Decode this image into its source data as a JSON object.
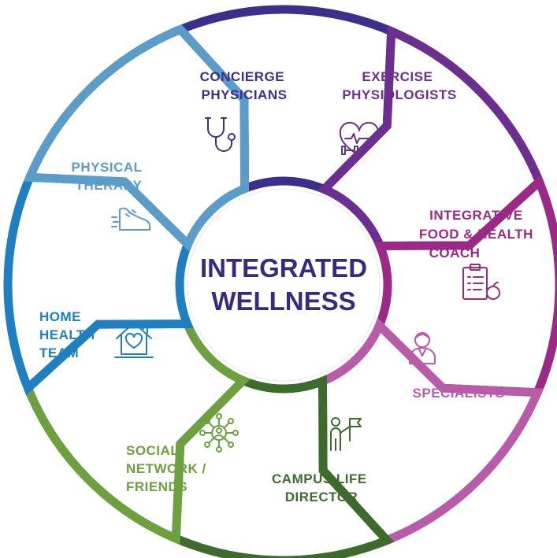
{
  "center": {
    "line1": "INTEGRATED",
    "line2": "WELLNESS",
    "color": "#3a2a7f"
  },
  "segments": [
    {
      "id": "concierge-physicians",
      "lines": [
        "CONCIERGE",
        "PHYSICIANS"
      ],
      "color": "#3b2f8c",
      "icon": "stethoscope-icon"
    },
    {
      "id": "exercise-physiologists",
      "lines": [
        "EXERCISE",
        "PHYSIOLOGISTS"
      ],
      "color": "#6a2f8f",
      "icon": "heart-dumbbell-icon"
    },
    {
      "id": "integrative-food-health-coach",
      "lines": [
        "INTEGRATIVE",
        "FOOD & HEALTH",
        "COACH"
      ],
      "color": "#9a2a86",
      "icon": "clipboard-apple-icon"
    },
    {
      "id": "specialists",
      "lines": [
        "SPECIALISTS"
      ],
      "color": "#b85ba8",
      "icon": "doctor-icon"
    },
    {
      "id": "campus-life-director",
      "lines": [
        "CAMPUS LIFE",
        "DIRECTOR"
      ],
      "color": "#3d6b2c",
      "icon": "person-flag-icon"
    },
    {
      "id": "social-network-friends",
      "lines": [
        "SOCIAL",
        "NETWORK /",
        "FRIENDS"
      ],
      "color": "#6da03f",
      "icon": "network-icon"
    },
    {
      "id": "home-health-team",
      "lines": [
        "HOME",
        "HEALTH",
        "TEAM"
      ],
      "color": "#1f7fc0",
      "icon": "house-heart-icon"
    },
    {
      "id": "physical-therapy",
      "lines": [
        "PHYSICAL",
        "THERAPY"
      ],
      "color": "#5c9cc9",
      "icon": "sneaker-icon"
    }
  ]
}
